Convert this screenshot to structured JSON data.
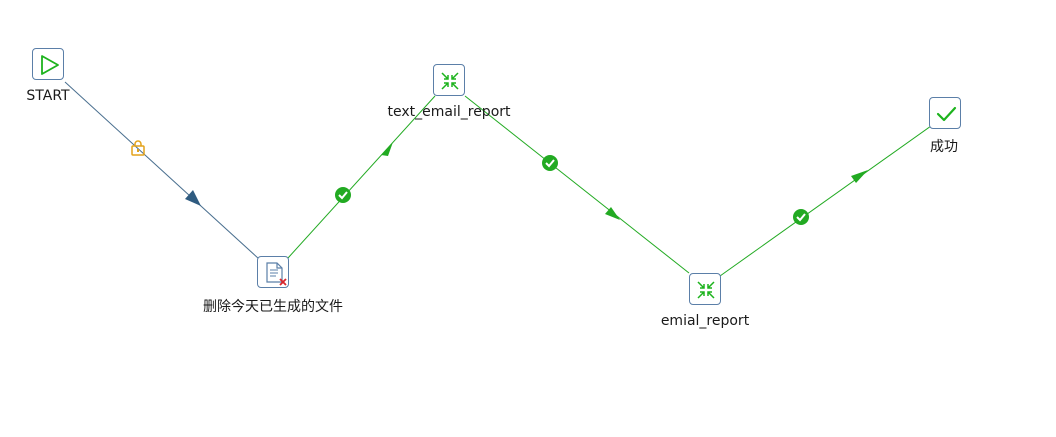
{
  "diagram": {
    "nodes": [
      {
        "id": "start",
        "label": "START",
        "icon": "play-icon"
      },
      {
        "id": "delete",
        "label": "删除今天已生成的文件",
        "icon": "delete-file-icon"
      },
      {
        "id": "text_email",
        "label": "text_email_report",
        "icon": "collapse-arrows-icon"
      },
      {
        "id": "emial",
        "label": "emial_report",
        "icon": "collapse-arrows-icon"
      },
      {
        "id": "success",
        "label": "成功",
        "icon": "check-icon"
      }
    ],
    "edges": [
      {
        "from": "start",
        "to": "delete",
        "type": "unconditional",
        "badge": "lock-icon"
      },
      {
        "from": "delete",
        "to": "text_email",
        "type": "success",
        "badge": "check-circle-icon"
      },
      {
        "from": "text_email",
        "to": "emial",
        "type": "success",
        "badge": "check-circle-icon"
      },
      {
        "from": "emial",
        "to": "success",
        "type": "success",
        "badge": "check-circle-icon"
      }
    ]
  },
  "colors": {
    "node_border": "#5b7fa8",
    "edge_unconditional": "#4a6f8f",
    "edge_success": "#22aa22",
    "lock": "#e3a21a",
    "icon_green": "#1db31d",
    "delete_x": "#d9262c"
  }
}
